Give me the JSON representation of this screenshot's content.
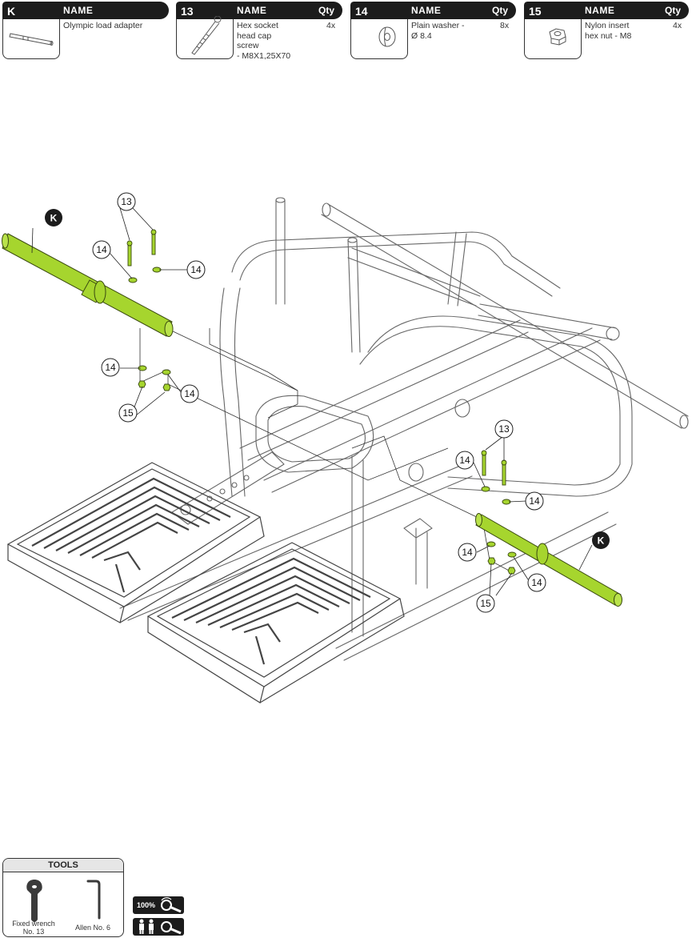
{
  "parts": [
    {
      "id": "K",
      "name_header": "NAME",
      "name": [
        "Olympic load adapter"
      ],
      "qty_header": "",
      "qty": ""
    },
    {
      "id": "13",
      "name_header": "NAME",
      "name": [
        "Hex socket",
        "head cap",
        "screw",
        "- M8X1,25X70"
      ],
      "qty_header": "Qty",
      "qty": "4x"
    },
    {
      "id": "14",
      "name_header": "NAME",
      "name": [
        "Plain washer -",
        "Ø 8.4"
      ],
      "qty_header": "Qty",
      "qty": "8x"
    },
    {
      "id": "15",
      "name_header": "NAME",
      "name": [
        "Nylon insert",
        "hex nut - M8"
      ],
      "qty_header": "Qty",
      "qty": "4x"
    }
  ],
  "callouts": {
    "k_left": "K",
    "k_right": "K",
    "c13_left": "13",
    "c13_right": "13",
    "c14": "14",
    "c15": "15"
  },
  "tools": {
    "title": "TOOLS",
    "items": [
      {
        "label": [
          "Fixed wrench",
          "No. 13"
        ],
        "icon": "wrench-icon"
      },
      {
        "label": [
          "Allen No. 6"
        ],
        "icon": "allen-key-icon"
      }
    ]
  },
  "badges": {
    "tighten_label": "100%",
    "tighten_icon": "wrench-tighten-icon",
    "two_person_icon": "two-persons-icon"
  },
  "colors": {
    "highlight": "#a6d52e",
    "dark": "#1c1c1c"
  }
}
